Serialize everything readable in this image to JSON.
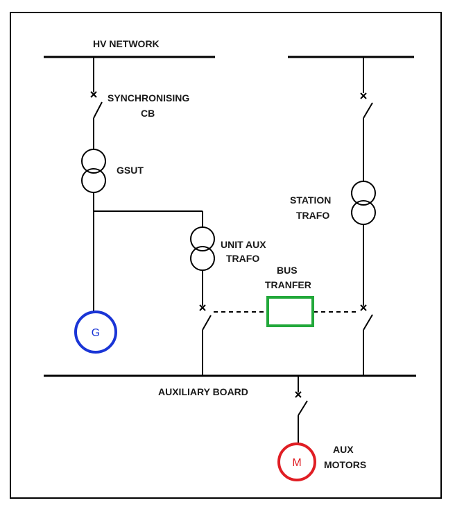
{
  "labels": {
    "hv_network": "HV NETWORK",
    "sync_cb_line1": "SYNCHRONISING",
    "sync_cb_line2": "CB",
    "gsut": "GSUT",
    "station_trafo_line1": "STATION",
    "station_trafo_line2": "TRAFO",
    "unit_aux_line1": "UNIT AUX",
    "unit_aux_line2": "TRAFO",
    "bus_transfer_line1": "BUS",
    "bus_transfer_line2": "TRANFER",
    "auxiliary_board": "AUXILIARY BOARD",
    "aux_motors_line1": "AUX",
    "aux_motors_line2": "MOTORS",
    "generator_symbol": "G",
    "motor_symbol": "M"
  },
  "colors": {
    "generator": "#1a35d6",
    "motor": "#e01e24",
    "bus_transfer_box": "#22a83a",
    "line": "#000000",
    "border": "#000000"
  }
}
